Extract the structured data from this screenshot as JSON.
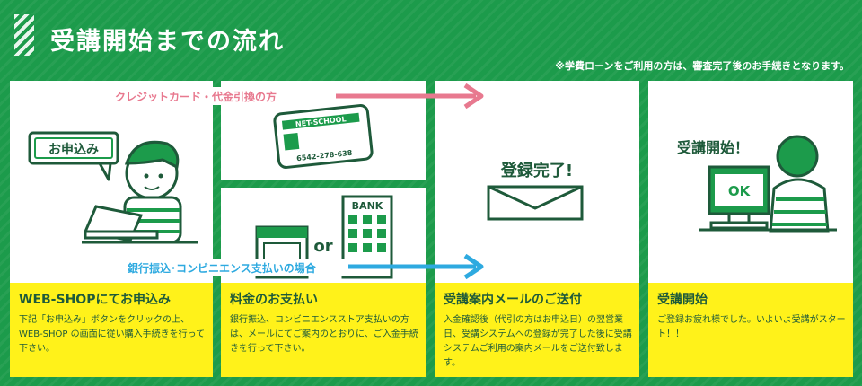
{
  "page": {
    "title": "受講開始までの流れ",
    "note": "※学費ローンをご利用の方は、審査完了後のお手続きとなります。"
  },
  "colors": {
    "background": "#1c9b4b",
    "accent_pink": "#e8798f",
    "accent_blue": "#2eaae0",
    "panel_yellow": "#fff21a",
    "text_green": "#1e5a3a"
  },
  "routes": {
    "card_cod": "クレジットカード・代金引換の方",
    "bank_conv": "銀行振込･コンビニエンス支払いの場合"
  },
  "illustrations": {
    "apply_sign": "お申込み",
    "card_brand": "NET-SCHOOL",
    "card_number": "6542-278-638",
    "bank_sign": "BANK",
    "or": "or",
    "done": "登録完了!",
    "start": "受講開始！",
    "ok": "OK"
  },
  "steps": [
    {
      "title": "WEB-SHOPにてお申込み",
      "text": "下記「お申込み」ボタンをクリックの上、WEB-SHOP の画面に従い購入手続きを行って下さい。"
    },
    {
      "title": "料金のお支払い",
      "text": "銀行振込、コンビニエンスストア支払いの方は、メールにてご案内のとおりに、ご入金手続きを行って下さい。"
    },
    {
      "title": "受講案内メールのご送付",
      "text": "入金確認後（代引の方はお申込日）の翌営業日、受講システムへの登録が完了した後に受講システムご利用の案内メールをご送付致します。"
    },
    {
      "title": "受講開始",
      "text": "ご登録お疲れ様でした。いよいよ受講がスタート！！"
    }
  ]
}
